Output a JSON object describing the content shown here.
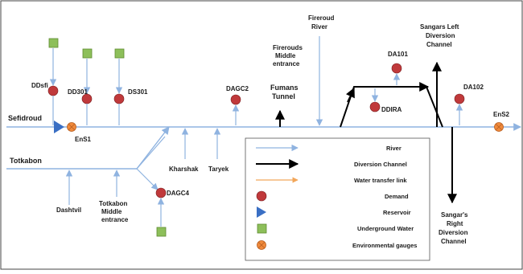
{
  "rivers": {
    "sefidroud": "Sefidroud",
    "totkabon": "Totkabon",
    "kharshak": "Kharshak",
    "taryek": "Taryek",
    "dashtvil": "Dashtvil",
    "fireroud_river": [
      "Fireroud",
      "River"
    ],
    "firerouds_middle": [
      "Firerouds",
      "Middle",
      "entrance"
    ],
    "totkabon_middle": [
      "Totkabon",
      "Middle",
      "entrance"
    ],
    "fumans_tunnel": [
      "Fumans",
      "Tunnel"
    ],
    "sangars_left": [
      "Sangars Left",
      "Diversion",
      "Channel"
    ],
    "sangars_right": [
      "Sangar's",
      "Right",
      "Diversion",
      "Channel"
    ]
  },
  "nodes": {
    "ddsfi": "DDsfi",
    "dd301": "DD301",
    "ds301": "DS301",
    "dagc2": "DAGC2",
    "dagc4": "DAGC4",
    "da101": "DA101",
    "ddira": "DDIRA",
    "da102": "DA102",
    "ens1": "EnS1",
    "ens2": "EnS2"
  },
  "legend": {
    "items": [
      {
        "symbol": "river-arrow",
        "label": "River",
        "color": "#8fb3e0"
      },
      {
        "symbol": "diversion-arrow",
        "label": "Diversion Channel",
        "color": "#000000"
      },
      {
        "symbol": "transfer-arrow",
        "label": "Water transfer link",
        "color": "#f2a65a"
      },
      {
        "symbol": "demand-circle",
        "label": "Demand",
        "color": "#c0393b"
      },
      {
        "symbol": "reservoir-triangle",
        "label": "Reservoir",
        "color": "#3a6fc4"
      },
      {
        "symbol": "groundwater-square",
        "label": "Underground Water",
        "color": "#8dbf5a"
      },
      {
        "symbol": "gauge-circle",
        "label": "Environmental gauges",
        "color": "#f08a3c"
      }
    ]
  }
}
